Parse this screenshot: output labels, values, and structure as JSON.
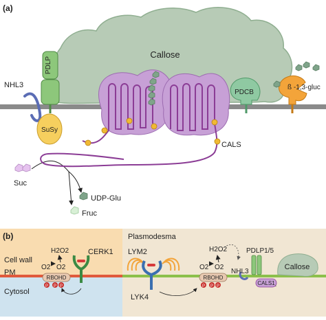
{
  "panel_a": {
    "label": "(a)",
    "callose": "Callose",
    "pdlp": "PDLP",
    "nhl3": "NHL3",
    "susy": "SuSy",
    "suc": "Suc",
    "fruc": "Fruc",
    "udp_glu": "UDP-Glu",
    "cals": "CALS",
    "pdcb": "PDCB",
    "glucanase": "ß -1,3-gluc"
  },
  "panel_b": {
    "label": "(b)",
    "cell_wall": "Cell wall",
    "pm": "PM",
    "cytosol": "Cytosol",
    "plasmodesma": "Plasmodesma",
    "h2o2": "H2O2",
    "o2": "O2",
    "o2_radical": "O2",
    "cerk1": "CERK1",
    "rbohd": "RBOHD",
    "p": "P",
    "lym2": "LYM2",
    "lyk4": "LYK4",
    "nhl3": "NHL3",
    "pdlp15": "PDLP1/5",
    "cals1": "CALS1",
    "callose": "Callose"
  },
  "colors": {
    "callose": "#b7cbb6",
    "callose_stroke": "#8fae90",
    "membrane": "#8a8a8a",
    "pdlp": "#8dc77b",
    "cals": "#c7a0d6",
    "cals_line": "#8b3c95",
    "susy": "#f6cf5e",
    "pdcb": "#8fc9a2",
    "glucanase": "#f3a43a",
    "cellwall_left": "#f9dcb0",
    "cytosol_left": "#cfe3ef",
    "cellwall_right": "#f1e6d3",
    "rbohd": "#e8c9b1",
    "p_circle": "#c9302c"
  }
}
